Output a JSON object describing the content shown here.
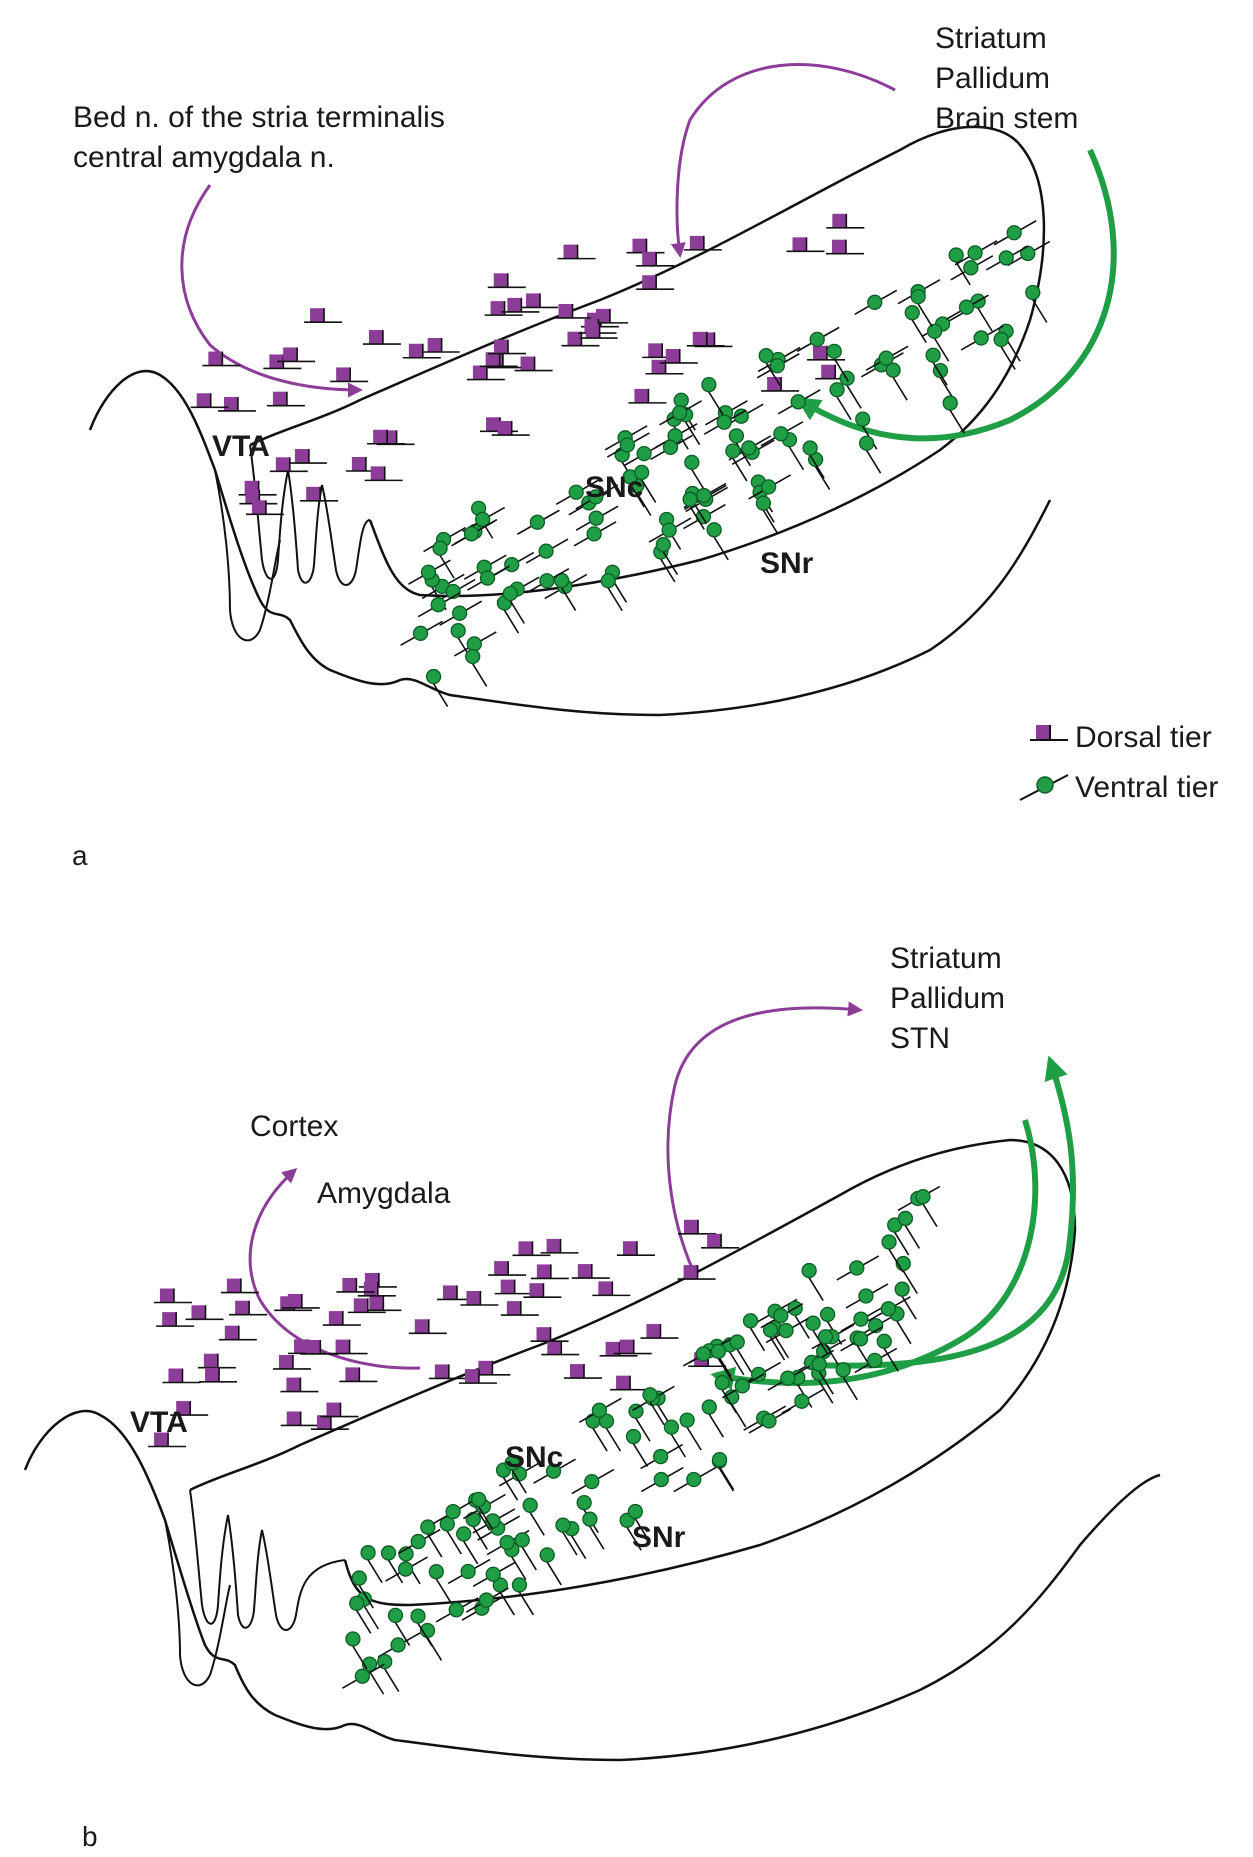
{
  "colors": {
    "dorsal": "#8b3d97",
    "ventral": "#1f9e45",
    "outline": "#111111"
  },
  "legend": {
    "dorsal_label": "Dorsal tier",
    "ventral_label": "Ventral tier"
  },
  "panel_a": {
    "letter": "a",
    "input_left_line1": "Bed n. of the stria terminalis",
    "input_left_line2": "central amygdala n.",
    "input_right_line1": "Striatum",
    "input_right_line2": "Pallidum",
    "input_right_line3": "Brain stem",
    "region_vta": "VTA",
    "region_snc": "SNc",
    "region_snr": "SNr"
  },
  "panel_b": {
    "letter": "b",
    "output_left_line1": "Cortex",
    "output_left_line2": "Amygdala",
    "output_right_line1": "Striatum",
    "output_right_line2": "Pallidum",
    "output_right_line3": "STN",
    "region_vta": "VTA",
    "region_snc": "SNc",
    "region_snr": "SNr"
  }
}
